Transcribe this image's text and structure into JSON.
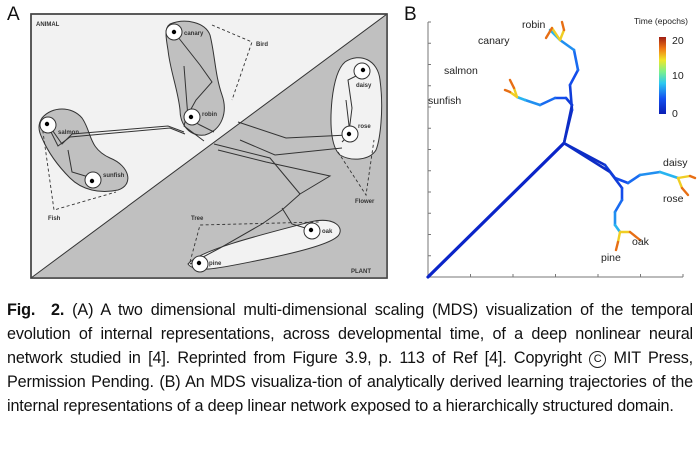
{
  "figure": {
    "panel_a": {
      "letter": "A",
      "region_labels": {
        "animal": "ANIMAL",
        "plant": "PLANT"
      },
      "items": [
        "canary",
        "robin",
        "salmon",
        "sunfish",
        "daisy",
        "rose",
        "oak",
        "pine"
      ],
      "group_labels": [
        "Bird",
        "Fish",
        "Flower",
        "Tree"
      ],
      "colors": {
        "animal_region": "#f2f2f2",
        "plant_region": "#c0c0c0",
        "group_fill_dark": "#c0c0c0",
        "group_fill_light": "#f2f2f2",
        "line": "#333333"
      }
    },
    "panel_b": {
      "letter": "B",
      "colorbar": {
        "title": "Time (epochs)",
        "ticks": [
          "20",
          "10",
          "0"
        ],
        "min": 0,
        "max": 20,
        "colormap": "jet"
      }
    }
  },
  "chart_data": [
    {
      "type": "scatter",
      "title": "MDS of nonlinear network representations (panel A)",
      "xlabel": "",
      "ylabel": "",
      "regions": [
        "ANIMAL",
        "PLANT"
      ],
      "groups": [
        {
          "name": "Bird",
          "members": [
            "canary",
            "robin"
          ]
        },
        {
          "name": "Fish",
          "members": [
            "salmon",
            "sunfish"
          ]
        },
        {
          "name": "Flower",
          "members": [
            "daisy",
            "rose"
          ]
        },
        {
          "name": "Tree",
          "members": [
            "oak",
            "pine"
          ]
        }
      ],
      "points": [
        {
          "label": "canary",
          "x": 0.4,
          "y": 0.93
        },
        {
          "label": "robin",
          "x": 0.45,
          "y": 0.6
        },
        {
          "label": "salmon",
          "x": 0.05,
          "y": 0.58
        },
        {
          "label": "sunfish",
          "x": 0.18,
          "y": 0.38
        },
        {
          "label": "daisy",
          "x": 0.92,
          "y": 0.78
        },
        {
          "label": "rose",
          "x": 0.9,
          "y": 0.55
        },
        {
          "label": "oak",
          "x": 0.78,
          "y": 0.19
        },
        {
          "label": "pine",
          "x": 0.47,
          "y": 0.07
        }
      ]
    },
    {
      "type": "line",
      "title": "Analytically derived learning trajectories (panel B)",
      "xlabel": "",
      "ylabel": "",
      "xlim": [
        0,
        6
      ],
      "ylim": [
        0,
        12
      ],
      "x_ticks": 6,
      "y_ticks": 12,
      "color_by": "Time (epochs)",
      "color_range": [
        0,
        20
      ],
      "branch_point": [
        3.2,
        6.3
      ],
      "endpoints": [
        {
          "label": "canary",
          "x": 2.05,
          "y": 11.2
        },
        {
          "label": "robin",
          "x": 2.4,
          "y": 11.4
        },
        {
          "label": "salmon",
          "x": 0.85,
          "y": 9.2
        },
        {
          "label": "sunfish",
          "x": 0.7,
          "y": 8.8
        },
        {
          "label": "daisy",
          "x": 5.75,
          "y": 4.6
        },
        {
          "label": "rose",
          "x": 5.55,
          "y": 4.1
        },
        {
          "label": "oak",
          "x": 4.7,
          "y": 1.7
        },
        {
          "label": "pine",
          "x": 4.35,
          "y": 1.35
        }
      ]
    }
  ],
  "caption": {
    "fig_label": "Fig.  2.",
    "part1": " (A) A two dimensional multi-dimensional scaling (MDS) visualization of the temporal evolution of internal representations, across developmental time, of a deep nonlinear neural network studied in [4]. Reprinted from Figure 3.9, p. 113 of Ref [4]. Copyright ",
    "copyright_symbol": "C",
    "part2": " MIT Press, Permission Pending. (B) An MDS visualiza-tion of analytically derived learning trajectories of the internal representations of a deep linear network exposed to a hierarchically structured domain."
  }
}
